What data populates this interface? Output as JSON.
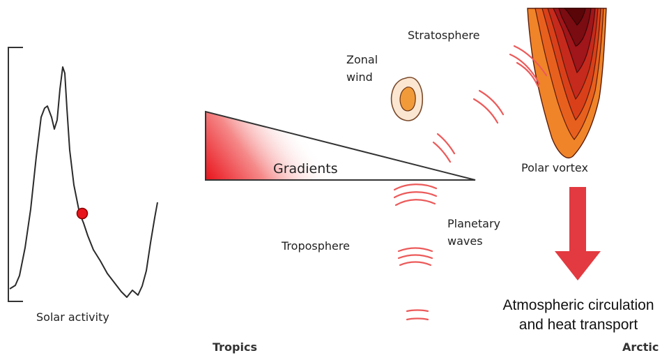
{
  "labels": {
    "solar_activity": "Solar activity",
    "gradients": "Gradients",
    "stratosphere": "Stratosphere",
    "zonal_wind_line1": "Zonal",
    "zonal_wind_line2": "wind",
    "polar_vortex": "Polar vortex",
    "troposphere": "Troposphere",
    "planetary_waves_line1": "Planetary",
    "planetary_waves_line2": "waves",
    "circulation_line1": "Atmospheric circulation",
    "circulation_line2": "and heat transport",
    "tropics": "Tropics",
    "arctic": "Arctic"
  },
  "colors": {
    "gradient_red": "#e8141c",
    "arrow_red": "#e23a40",
    "wave_red": "#ec5a5a",
    "marker_red": "#e8141c",
    "vortex_dark": "#6e0a0a",
    "vortex_mid": "#c62a1c",
    "vortex_light": "#f08428",
    "zonal_outer": "#fbe6d2",
    "zonal_inner": "#f19a3a"
  }
}
